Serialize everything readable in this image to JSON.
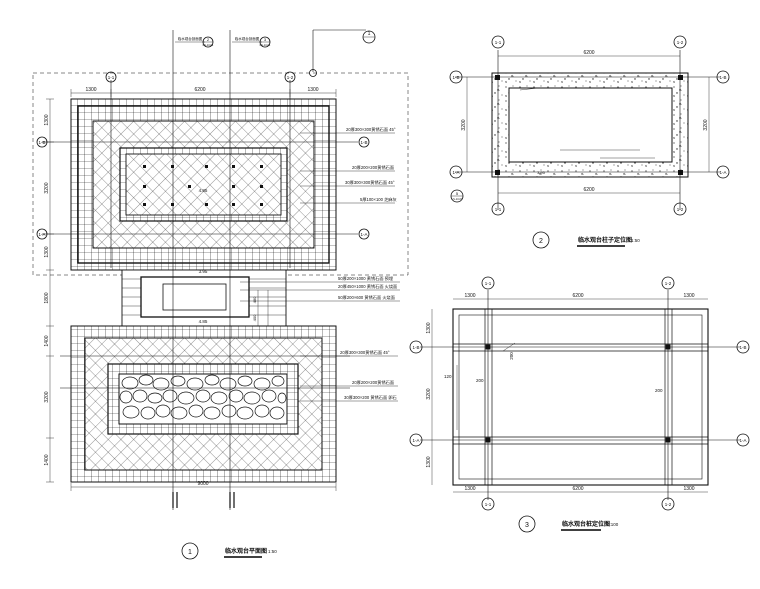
{
  "drawing1": {
    "index": "1",
    "title": "临水观台平面图",
    "scale": "1:50",
    "top_dims": [
      "1300",
      "6200",
      "1300"
    ],
    "left_dims": [
      "1300",
      "3200",
      "1300",
      "1800",
      "1400",
      "3200",
      "1400"
    ],
    "bottom_dim": "9000",
    "axis_top": [
      "1-1",
      "1-2"
    ],
    "axis_side": [
      "1-B",
      "1-A"
    ],
    "callout_index": "1",
    "ref_tags": [
      {
        "num": "2",
        "sheet": "LS-13-01"
      },
      {
        "num": "3",
        "sheet": "LS-13-01"
      }
    ],
    "ref_text": [
      "临水观台剖面图",
      "临水观台剖面图"
    ],
    "labels_upper": [
      "20厚300×300黄锈石面 45°",
      "20厚200×200黄锈石面",
      "30厚300×300黄锈石面 45°",
      "5厚100×100 芝麻灰",
      "50厚200×1000 黄锈石面 预埋",
      "20厚450×1000 黄锈石面 火烧面",
      "50厚200×600 黄锈石面 火烧面"
    ],
    "labels_lower": [
      "20厚300×300黄锈石面 45°",
      "20厚200×200黄锈石面",
      "30厚300×200 黄锈石面 卵石"
    ],
    "levels": [
      "4.85",
      "3.95",
      "4.85"
    ]
  },
  "drawing2": {
    "index": "2",
    "title": "临水观台柱子定位图",
    "scale": "1:50",
    "top_dim": "6200",
    "bottom_dim": "6200",
    "side_dims": [
      "3200",
      "3200"
    ],
    "axis_top": [
      "1-1",
      "1-2"
    ],
    "axis_side": [
      "1-B",
      "1-A"
    ],
    "tag": {
      "num": "5",
      "sheet": "LS-13-01"
    },
    "level": "3.95"
  },
  "drawing3": {
    "index": "3",
    "title": "临水观台桩定位图",
    "scale": "1:100",
    "top_dims": [
      "1300",
      "6200",
      "1300"
    ],
    "bottom_dims": [
      "1300",
      "6200",
      "1300"
    ],
    "left_dims": [
      "1300",
      "3200",
      "1300"
    ],
    "inner_dims": [
      "120",
      "200",
      "200",
      "200"
    ],
    "axis_top": [
      "1-1",
      "1-2"
    ],
    "axis_side": [
      "1-B",
      "1-A"
    ]
  }
}
